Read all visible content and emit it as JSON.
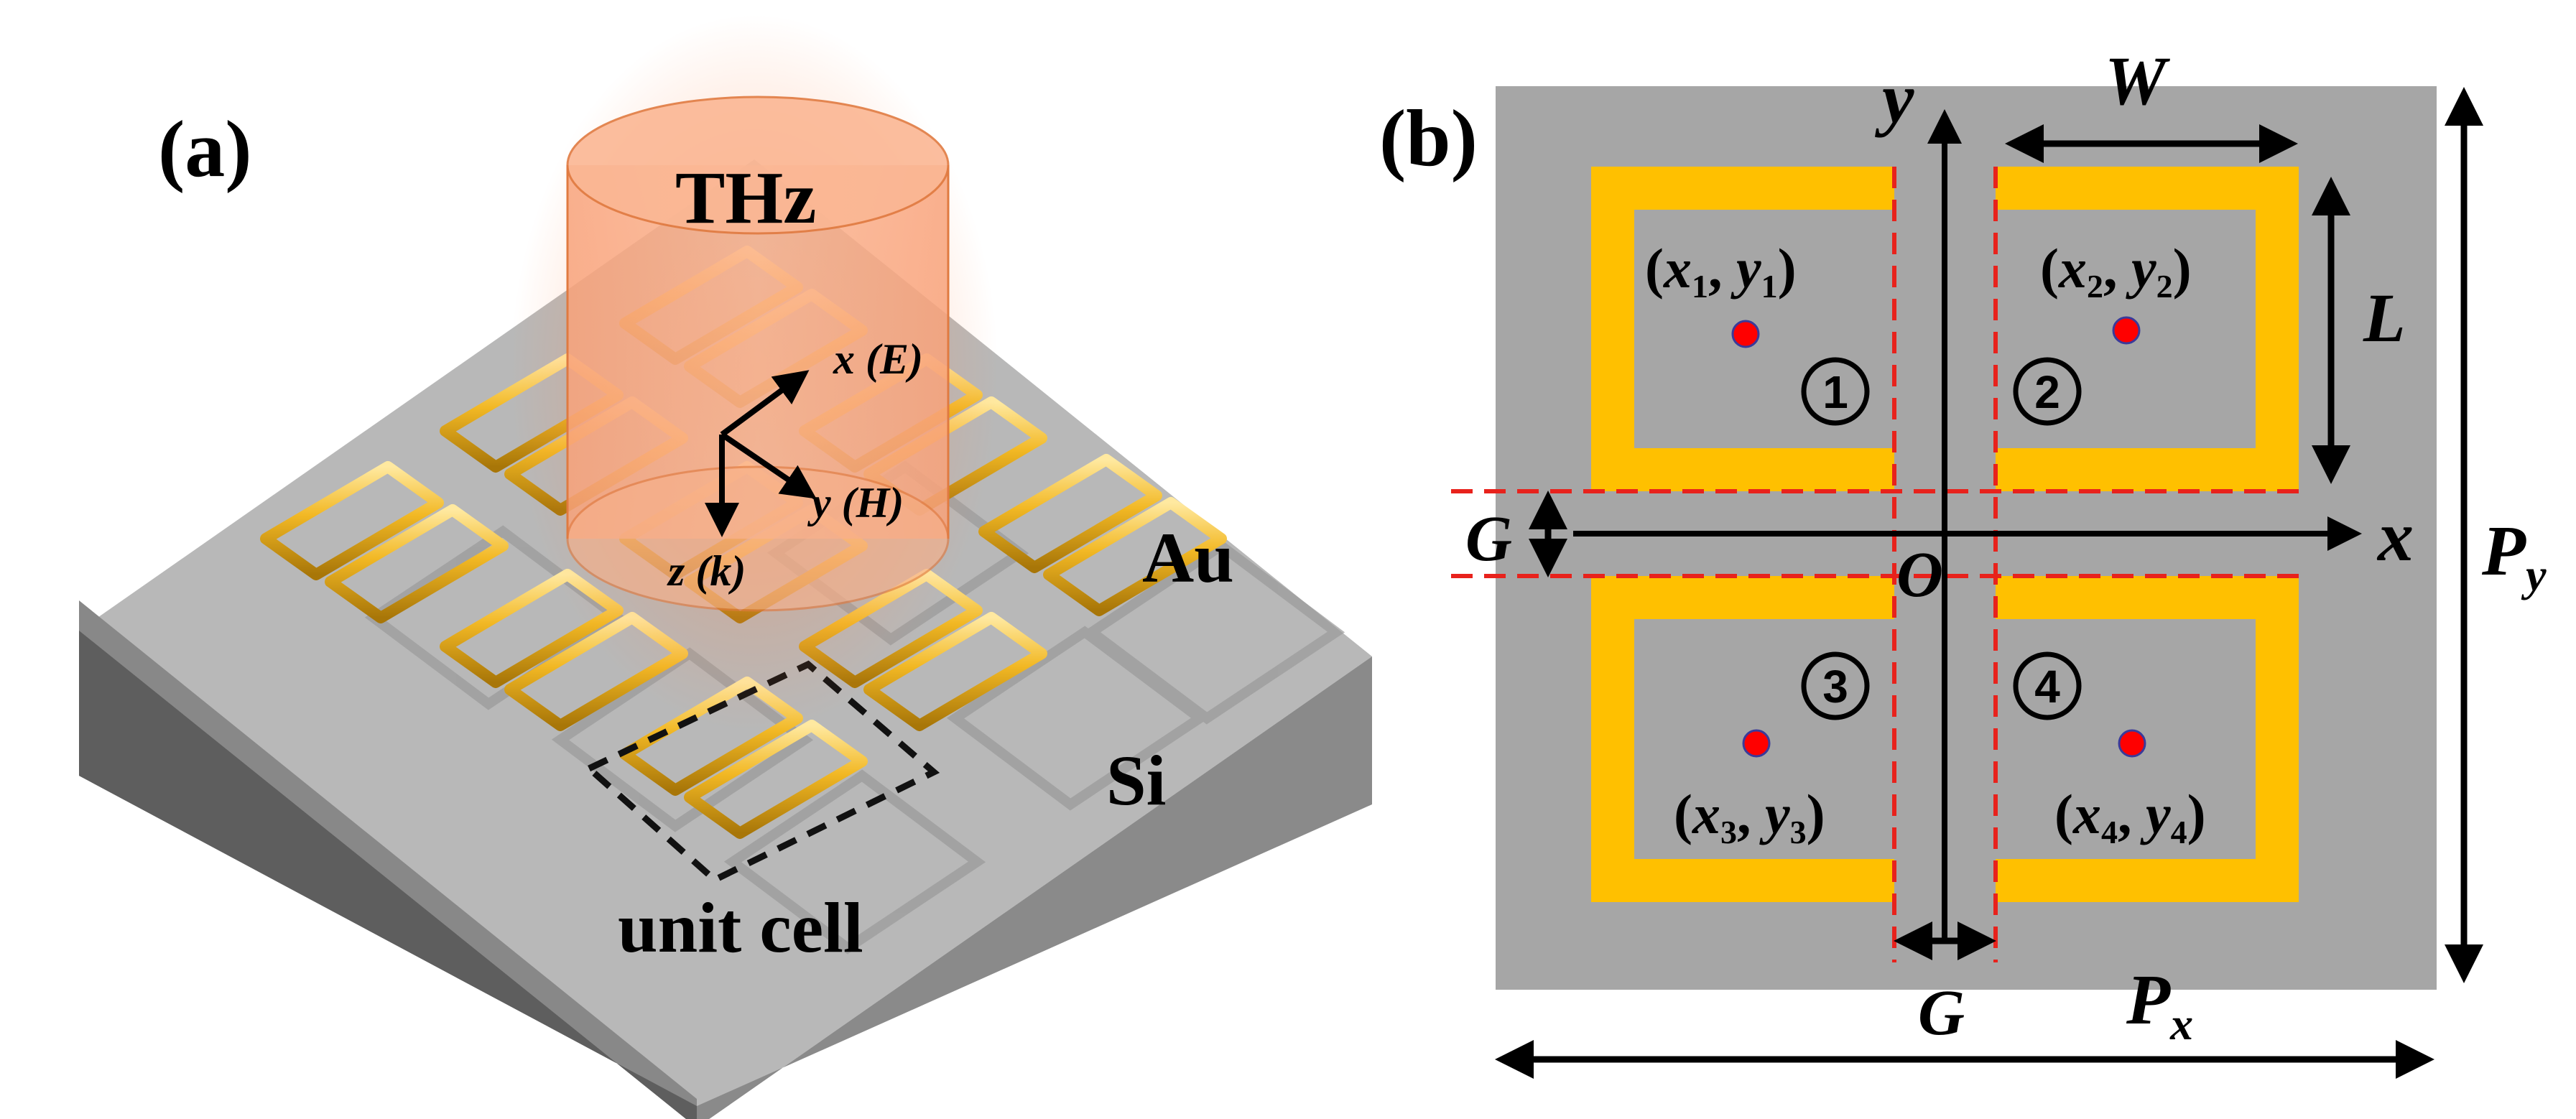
{
  "panel_a": {
    "label": "(a)",
    "beam_label": "THz",
    "axis_x": "x (E)",
    "axis_y": "y (H)",
    "axis_z": "z (k)",
    "metal_label": "Au",
    "substrate_label": "Si",
    "unit_cell_label": "unit cell"
  },
  "panel_b": {
    "label": "(b)",
    "axis_x": "x",
    "axis_y": "y",
    "origin": "O",
    "dim_W": "W",
    "dim_L": "L",
    "dim_G_left": "G",
    "dim_G_bottom": "G",
    "dim_Px": "P",
    "dim_Px_sub": "x",
    "dim_Py": "P",
    "dim_Py_sub": "y",
    "coord_1": {
      "x": "x",
      "xs": "1",
      "y": "y",
      "ys": "1"
    },
    "coord_2": {
      "x": "x",
      "xs": "2",
      "y": "y",
      "ys": "2"
    },
    "coord_3": {
      "x": "x",
      "xs": "3",
      "y": "y",
      "ys": "3"
    },
    "coord_4": {
      "x": "x",
      "xs": "4",
      "y": "y",
      "ys": "4"
    },
    "num_1": "1",
    "num_2": "2",
    "num_3": "3",
    "num_4": "4"
  },
  "colors": {
    "gold": "#ffc000",
    "gray_plate": "#a6a6a6",
    "dash_red": "#e8221c",
    "dot_red": "#ff0000",
    "beam_orange": "#f7a070"
  }
}
